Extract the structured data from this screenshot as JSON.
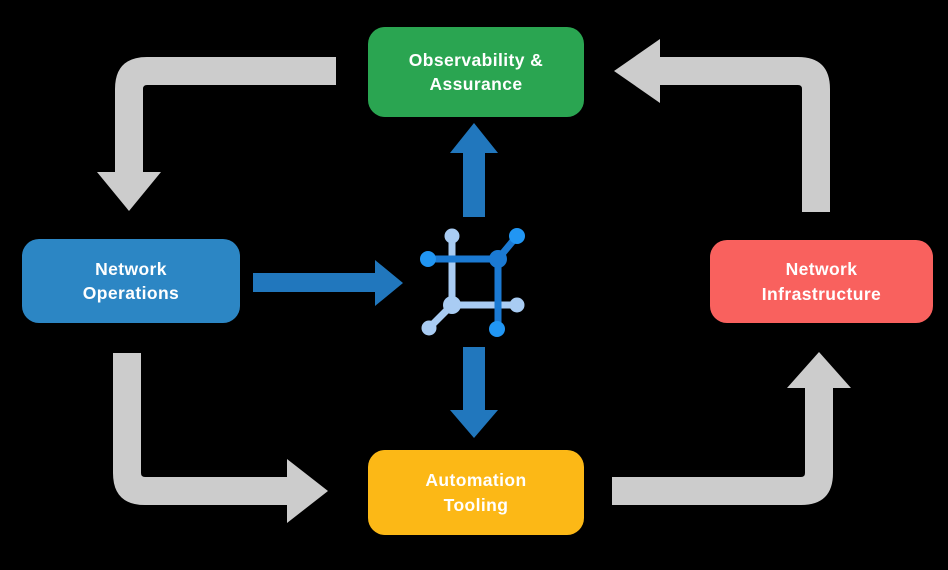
{
  "diagram": {
    "nodes": [
      {
        "id": "observability",
        "label": "Observability &\nAssurance",
        "color": "#2aa551",
        "position": "top"
      },
      {
        "id": "operations",
        "label": "Network\nOperations",
        "color": "#2c86c4",
        "position": "left"
      },
      {
        "id": "infrastructure",
        "label": "Network\nInfrastructure",
        "color": "#f9615e",
        "position": "right"
      },
      {
        "id": "automation",
        "label": "Automation\nTooling",
        "color": "#fcb816",
        "position": "bottom"
      }
    ],
    "center_icon": {
      "name": "network-mesh-icon",
      "color_primary": "#1b7ad3",
      "color_node_bright": "#2196f3",
      "color_secondary": "#a9ccf3"
    },
    "flows": [
      {
        "from": "observability",
        "to": "operations",
        "style": "gray-elbow"
      },
      {
        "from": "operations",
        "to": "automation",
        "style": "gray-elbow"
      },
      {
        "from": "automation",
        "to": "infrastructure",
        "style": "gray-elbow"
      },
      {
        "from": "infrastructure",
        "to": "observability",
        "style": "gray-elbow"
      },
      {
        "from": "operations",
        "to": "center-icon",
        "style": "blue-straight"
      },
      {
        "from": "center-icon",
        "to": "observability",
        "style": "blue-straight"
      },
      {
        "from": "center-icon",
        "to": "automation",
        "style": "blue-straight"
      }
    ],
    "colors": {
      "background": "#000000",
      "flow_gray": "#cccccc",
      "flow_blue": "#2177bd",
      "label_text": "#ffffff"
    }
  }
}
